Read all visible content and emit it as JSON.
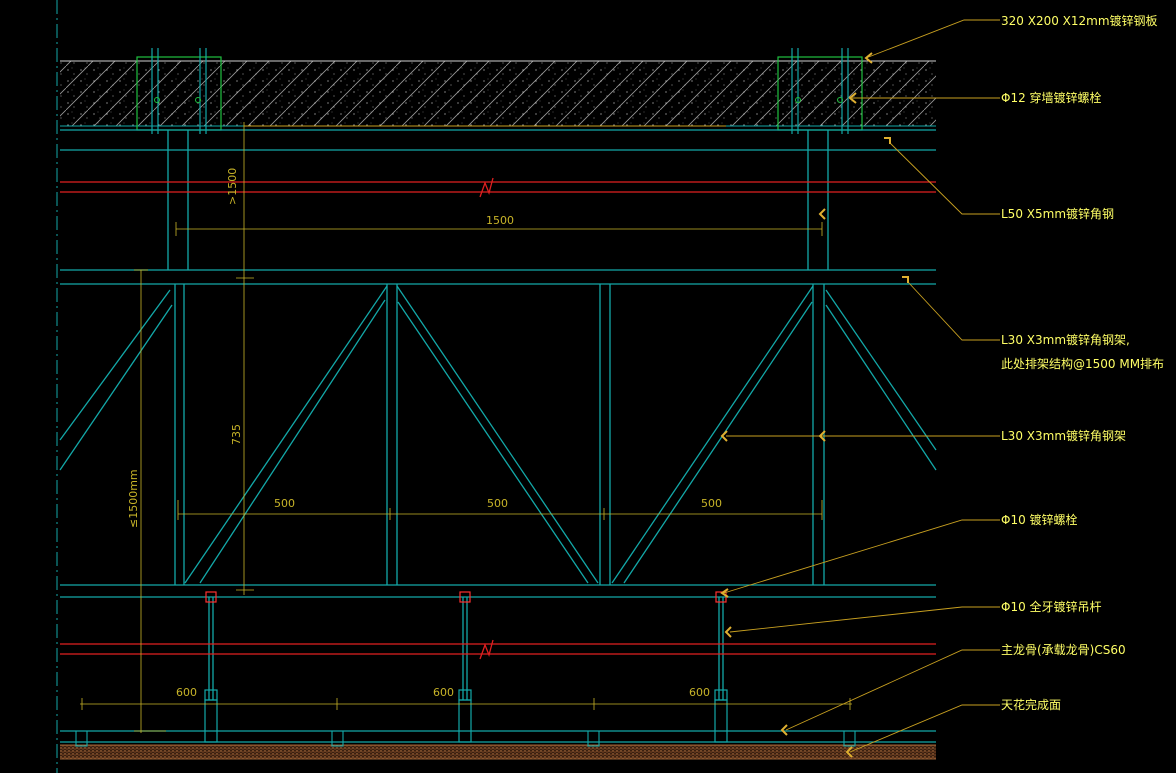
{
  "colors": {
    "background": "#000000",
    "steel_cyan": "#13a8a8",
    "steel_cyan_light": "#1ec8c8",
    "red_pipe": "#e02020",
    "yellow_text": "#ffff66",
    "leader": "#c8a020",
    "dim": "#c8b428",
    "plate_green": "#20c040",
    "hatch": "#c8c8c8",
    "ceiling_fill": "#b8703a",
    "bolt_red": "#ff3030"
  },
  "labels": {
    "plate": "320 X200 X12mm镀锌钢板",
    "anchor_bolt": "Φ12 穿墙镀锌螺栓",
    "angle_main": "L50 X5mm镀锌角钢",
    "frame_line1": "L30 X3mm镀锌角钢架,",
    "frame_line2": "此处排架结构@1500 MM排布",
    "frame_brace": "L30 X3mm镀锌角钢架",
    "bolt_m10": "Φ10 镀锌螺栓",
    "rod": "Φ10 全牙镀锌吊杆",
    "main_keel": "主龙骨(承载龙骨)CS60",
    "ceiling_face": "天花完成面"
  },
  "dimensions": {
    "span_top": "1500",
    "height_top": ">1500",
    "height_frame": "735",
    "height_total": "≤1500mm",
    "bay_1": "500",
    "bay_2": "500",
    "bay_3": "500",
    "keel_1": "600",
    "keel_2": "600",
    "keel_3": "600"
  }
}
